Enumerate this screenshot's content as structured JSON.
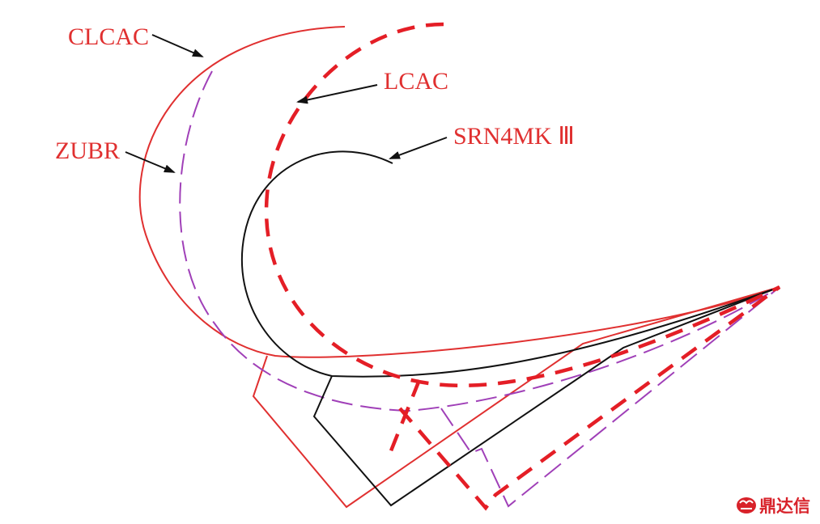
{
  "colors": {
    "red": "#e03030",
    "purple": "#a040b8",
    "black": "#111111",
    "dashed_red": "#e41e26",
    "watermark_red": "#d8222a"
  },
  "labels": {
    "clcac": "CLCAC",
    "lcac": "LCAC",
    "zubr": "ZUBR",
    "srn4mk": "SRN4MK Ⅲ"
  },
  "watermark": {
    "text": "鼎达信",
    "logo": "ding-logo"
  }
}
